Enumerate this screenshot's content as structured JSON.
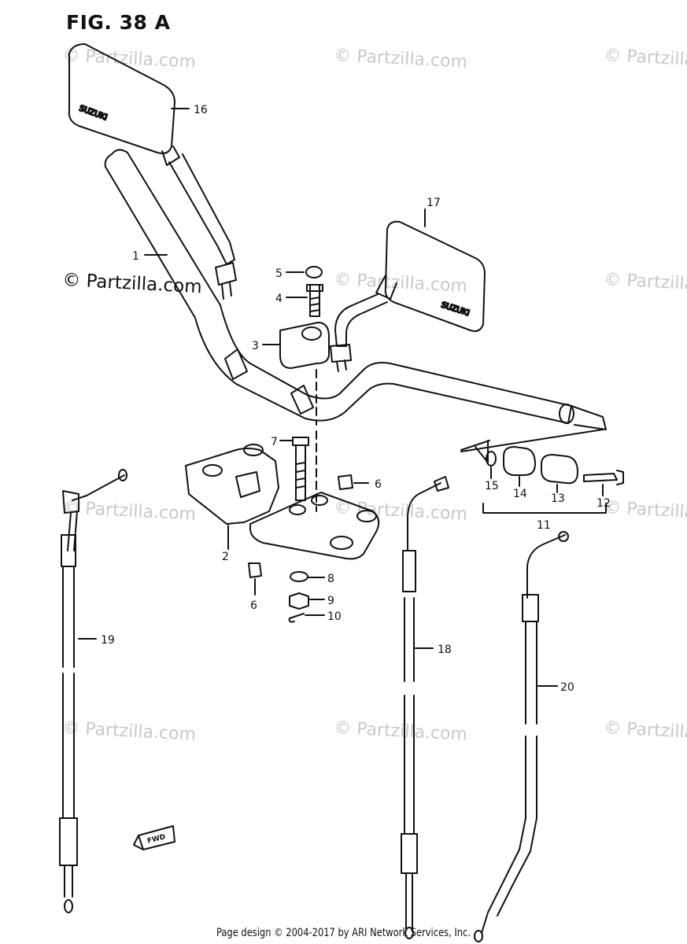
{
  "figure": {
    "title": "FIG. 38 A"
  },
  "watermarks": [
    "© Partzilla.com",
    "© Partzilla.com",
    "© Partzilla.com",
    "© Partzilla.com",
    "© Partzilla.com",
    "© Partzilla.com",
    "© Partzilla.com",
    "© Partzilla.com",
    "© Partzilla.com",
    "© Partzilla.com",
    "© Partzilla.com",
    "© Partzilla.com"
  ],
  "mirror_brand": "SUZUKI",
  "fwd_marker": "FWD",
  "callouts": [
    "1",
    "2",
    "3",
    "4",
    "5",
    "6",
    "6",
    "7",
    "8",
    "9",
    "10",
    "11",
    "12",
    "13",
    "14",
    "15",
    "16",
    "17",
    "18",
    "19",
    "20"
  ],
  "footer": "Page design © 2004-2017 by ARI Network Services, Inc."
}
